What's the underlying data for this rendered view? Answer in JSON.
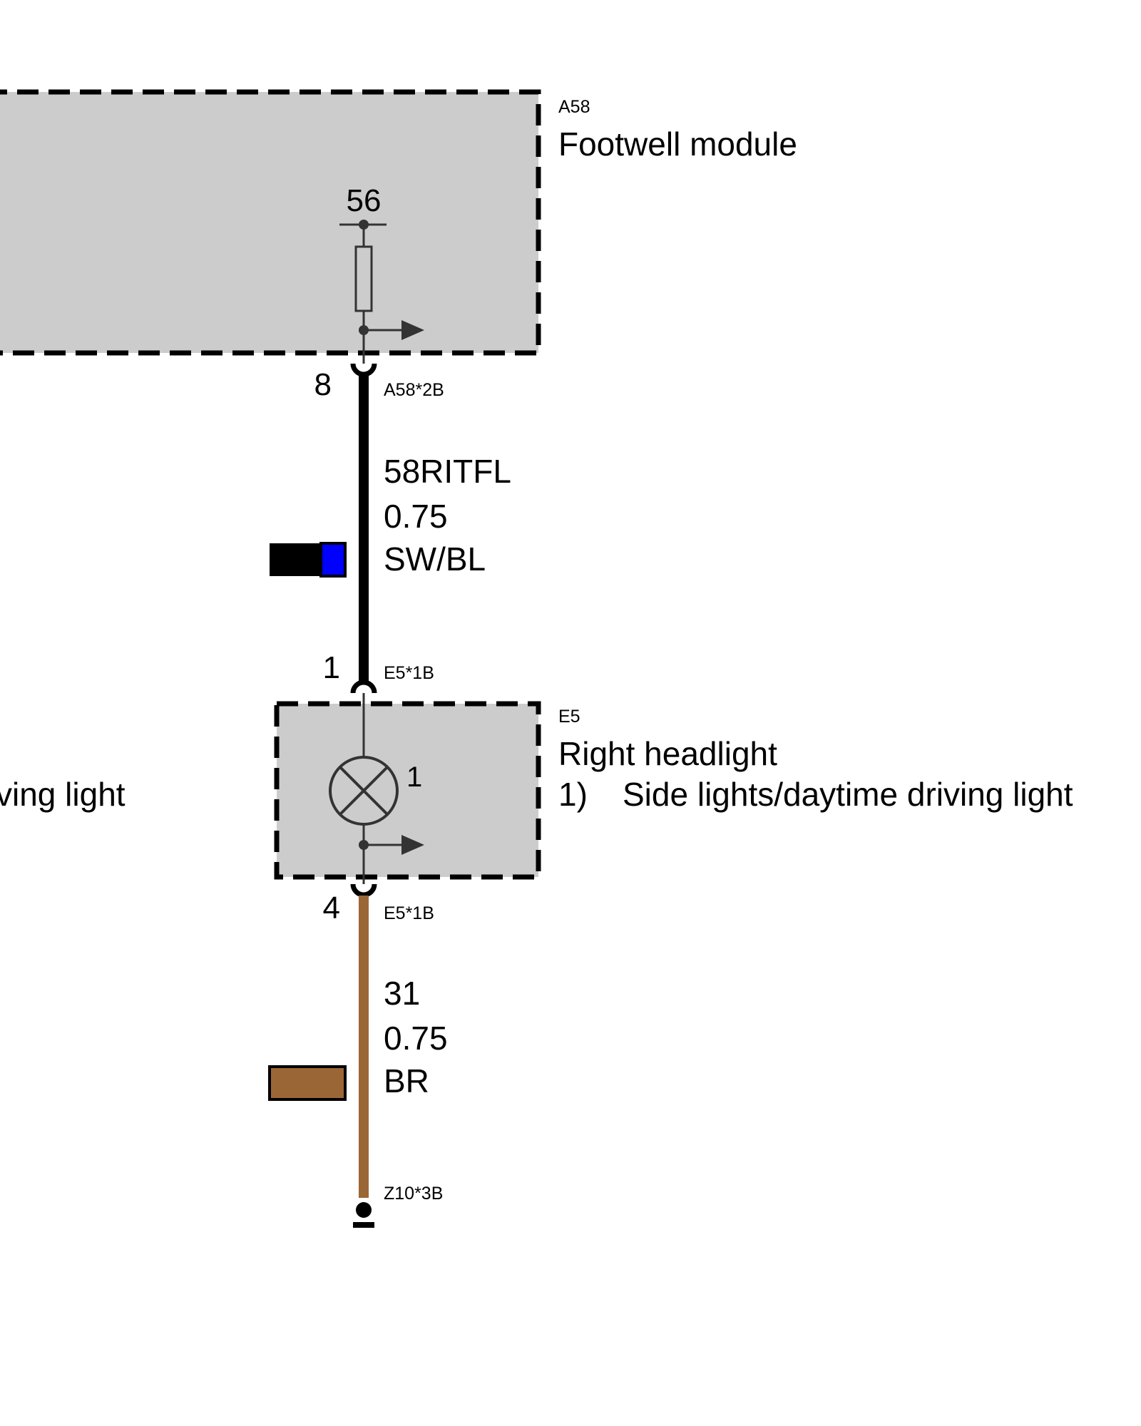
{
  "components": {
    "footwell_module": {
      "id": "A58",
      "name": "Footwell module",
      "internal_pin": "56",
      "connector": "A58*2B",
      "pin": "8",
      "fill_color": "#cccccc"
    },
    "right_headlight": {
      "id": "E5",
      "name": "Right headlight",
      "note_marker": "1)",
      "note_text": "Side lights/daytime driving light",
      "lamp_label": "1",
      "connector_top": "E5*1B",
      "pin_top": "1",
      "connector_bottom": "E5*1B",
      "pin_bottom": "4",
      "fill_color": "#cccccc"
    },
    "left_cut_text": "ving light"
  },
  "wires": [
    {
      "signal": "58RITFL",
      "gauge": "0.75",
      "color_code": "SW/BL",
      "colors": [
        "#000000",
        "#0000ff"
      ]
    },
    {
      "signal": "31",
      "gauge": "0.75",
      "color_code": "BR",
      "colors": [
        "#9b6636"
      ]
    }
  ],
  "ground": {
    "connector": "Z10*3B"
  }
}
